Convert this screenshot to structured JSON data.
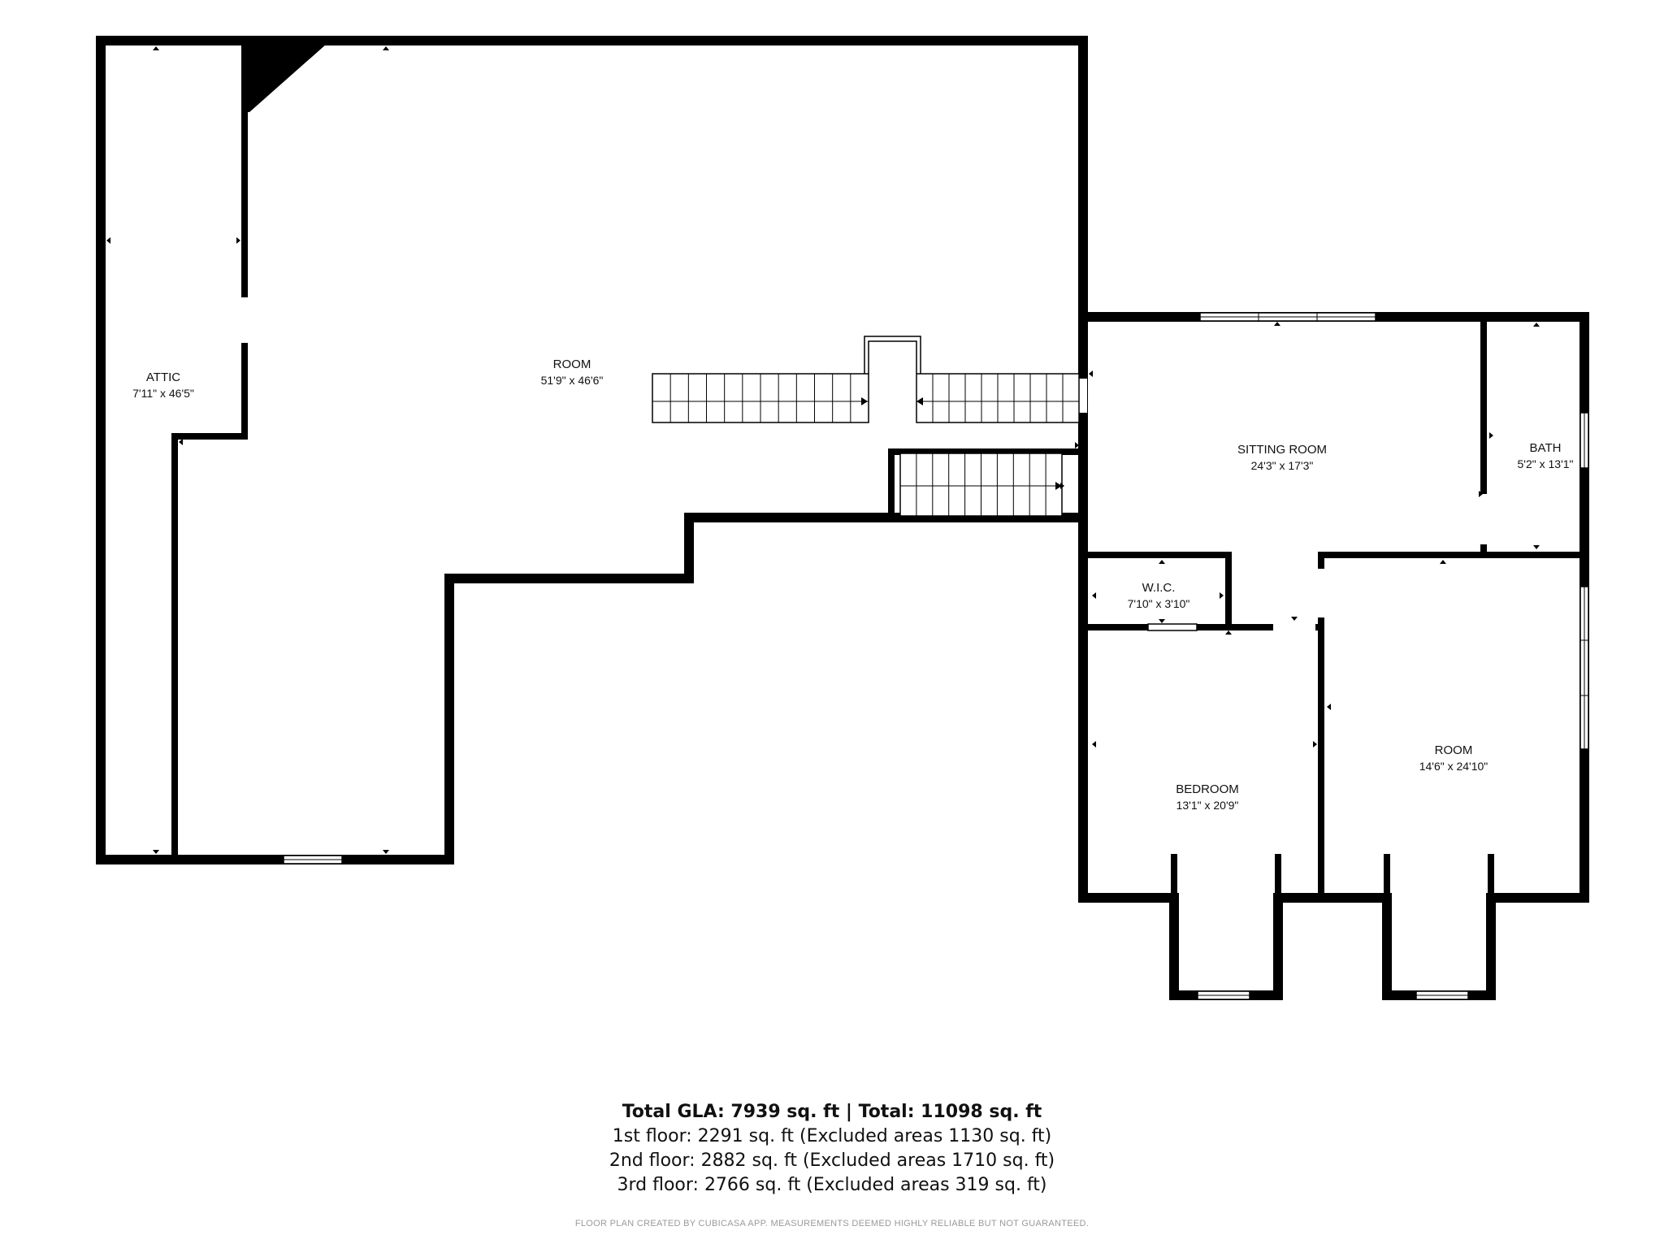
{
  "rooms": {
    "attic": {
      "name": "ATTIC",
      "dims": "7'11\" x 46'5\""
    },
    "room_large": {
      "name": "ROOM",
      "dims": "51'9\" x 46'6\""
    },
    "sitting_room": {
      "name": "SITTING ROOM",
      "dims": "24'3\" x 17'3\""
    },
    "bath": {
      "name": "BATH",
      "dims": "5'2\" x 13'1\""
    },
    "wic": {
      "name": "W.I.C.",
      "dims": "7'10\" x 3'10\""
    },
    "bedroom": {
      "name": "BEDROOM",
      "dims": "13'1\" x 20'9\""
    },
    "room_right": {
      "name": "ROOM",
      "dims": "14'6\" x 24'10\""
    }
  },
  "summary": {
    "total": "Total GLA: 7939 sq. ft | Total: 11098 sq. ft",
    "floor1": "1st floor: 2291 sq. ft (Excluded areas 1130 sq. ft)",
    "floor2": "2nd floor: 2882 sq. ft (Excluded areas 1710 sq. ft)",
    "floor3": "3rd floor: 2766 sq. ft (Excluded areas 319 sq. ft)"
  },
  "disclaimer": "FLOOR PLAN CREATED BY CUBICASA APP. MEASUREMENTS DEEMED HIGHLY RELIABLE BUT NOT GUARANTEED."
}
